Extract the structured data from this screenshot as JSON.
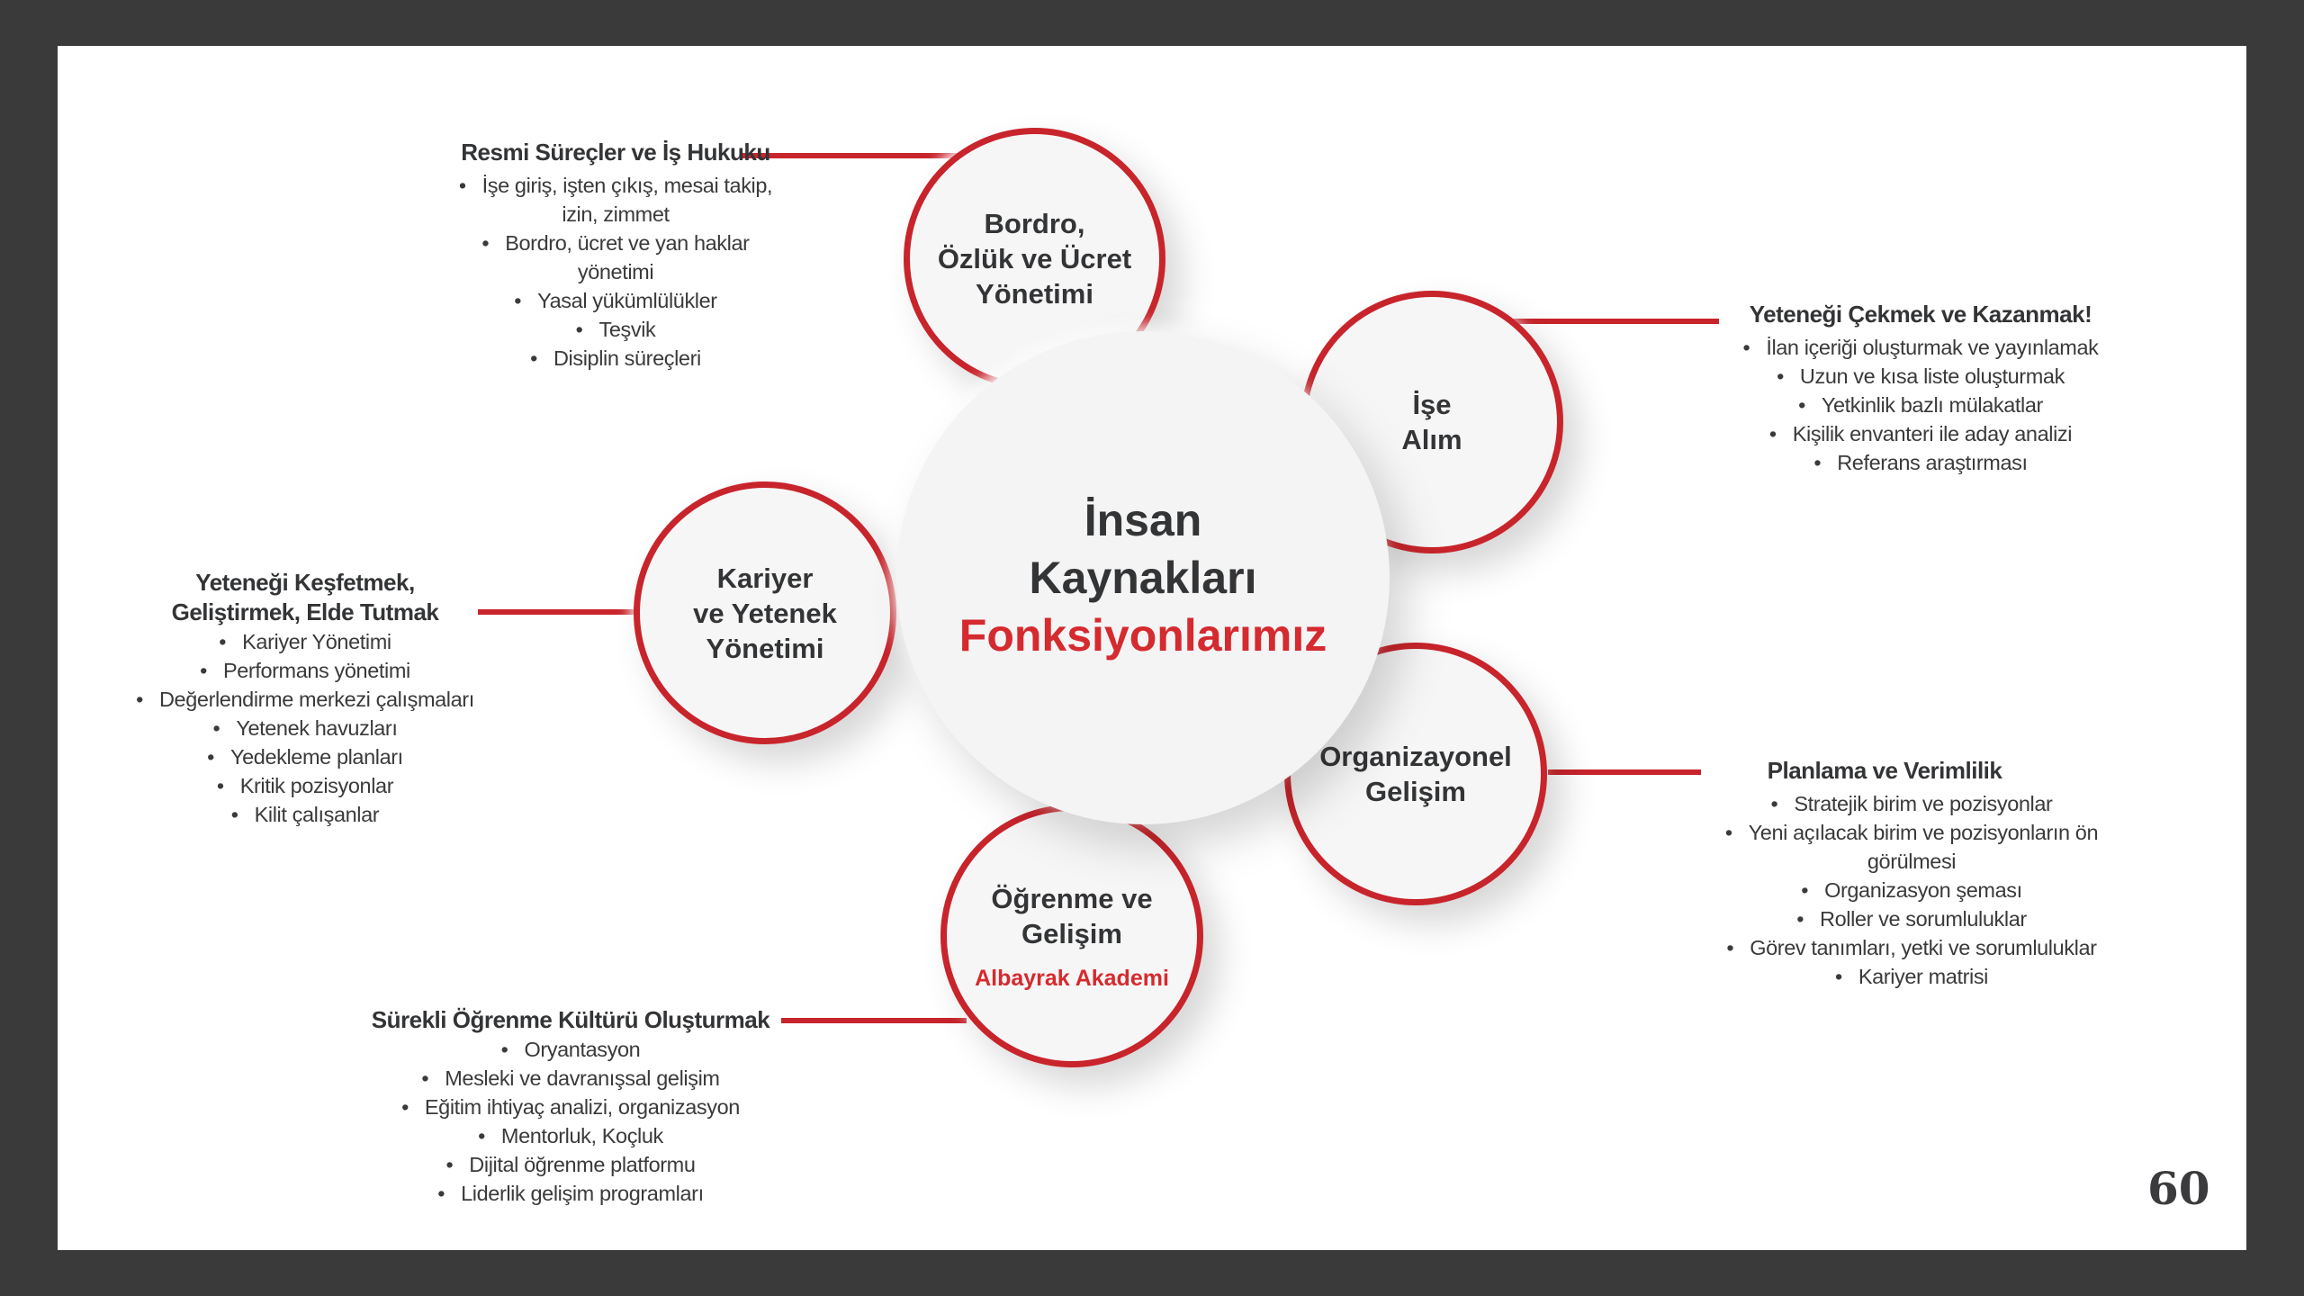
{
  "center": {
    "line1": "İnsan",
    "line2": "Kaynakları",
    "line3": "Fonksiyonlarımız"
  },
  "circles": {
    "bordro": "Bordro,\nÖzlük ve Ücret\nYönetimi",
    "ise_alim": "İşe\nAlım",
    "kariyer": "Kariyer\nve Yetenek\nYönetimi",
    "organizasyonel": "Organizayonel\nGelişim",
    "ogrenme": "Öğrenme ve\nGelişim",
    "ogrenme_sub": "Albayrak Akademi"
  },
  "blocks": {
    "resmi": {
      "title": "Resmi Süreçler ve İş Hukuku",
      "items": [
        "İşe giriş, işten çıkış, mesai takip,",
        "izin, zimmet",
        "Bordro, ücret ve yan haklar",
        "yönetimi",
        "Yasal yükümlülükler",
        "Teşvik",
        "Disiplin süreçleri"
      ]
    },
    "yetenek_cekmek": {
      "title": "Yeteneği Çekmek ve Kazanmak!",
      "items": [
        "İlan içeriği oluşturmak ve yayınlamak",
        "Uzun ve kısa liste oluşturmak",
        "Yetkinlik bazlı mülakatlar",
        "Kişilik envanteri ile aday analizi",
        "Referans araştırması"
      ]
    },
    "yetenek_kesfetmek": {
      "title": "Yeteneği Keşfetmek,\nGeliştirmek, Elde Tutmak",
      "items": [
        "Kariyer Yönetimi",
        "Performans yönetimi",
        "Değerlendirme merkezi çalışmaları",
        "Yetenek havuzları",
        "Yedekleme planları",
        "Kritik pozisyonlar",
        "Kilit çalışanlar"
      ]
    },
    "planlama": {
      "title": "Planlama ve Verimlilik",
      "items": [
        "Stratejik birim ve pozisyonlar",
        "Yeni açılacak birim ve pozisyonların  ön",
        "görülmesi",
        "Organizasyon şeması",
        "Roller ve sorumluluklar",
        "Görev tanımları, yetki ve sorumluluklar",
        "Kariyer matrisi"
      ]
    },
    "surekli": {
      "title": "Sürekli Öğrenme Kültürü Oluşturmak",
      "items": [
        "Oryantasyon",
        "Mesleki ve davranışsal gelişim",
        "Eğitim ihtiyaç analizi, organizasyon",
        "Mentorluk, Koçluk",
        "Dijital öğrenme platformu",
        "Liderlik gelişim programları"
      ]
    }
  },
  "page_number": "60",
  "colors": {
    "accent": "#c8242b",
    "text": "#333436",
    "frame": "#3a3a3b"
  }
}
